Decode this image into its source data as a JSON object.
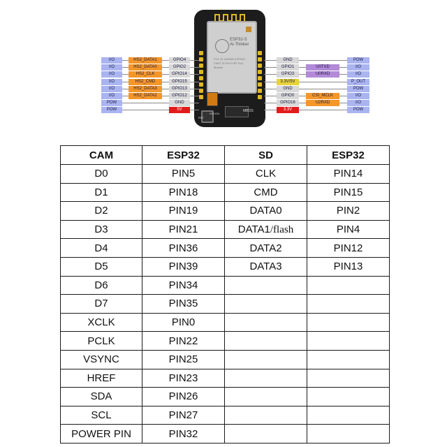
{
  "colors": {
    "io": "#aab4f0",
    "pow": "#aab4f0",
    "hs2": "#f4962a",
    "gpio": "#d8d8d8",
    "gnd": "#d8d8d8",
    "v5": "#e21b1b",
    "v33": "#e8d23a",
    "u0": "#b28ad8",
    "csi": "#f4962a",
    "board": "#1c1c1c"
  },
  "diagram": {
    "module_text": [
      "ESP32-S",
      "Ai-Thinker"
    ],
    "module_small": "FCC ID 2AHMR-ESP32S  CMIIT ID  Wi-Fi+BT SoC Module",
    "rst_label": "RST",
    "bottom_label": "MBOS",
    "bottom_small": "IO0 IO4",
    "left_pins": [
      {
        "io": "I/O",
        "func": "HS2_DATA1",
        "gpio": "GPIO4"
      },
      {
        "io": "I/O",
        "func": "HS2_DATA0",
        "gpio": "GPIO2"
      },
      {
        "io": "I/O",
        "func": "HS2_CLK",
        "gpio": "GPIO14"
      },
      {
        "io": "I/O",
        "func": "HS2_CMD",
        "gpio": "GPIO15"
      },
      {
        "io": "I/O",
        "func": "HS2_DATA3",
        "gpio": "GPIO13"
      },
      {
        "io": "I/O",
        "func": "HS2_DATA2",
        "gpio": "GPIO12"
      },
      {
        "io": "POW",
        "func": "",
        "gpio": "GND"
      },
      {
        "io": "POW",
        "func": "",
        "gpio": "5V"
      }
    ],
    "right_pins": [
      {
        "gpio": "GND",
        "func": "",
        "io": "POW"
      },
      {
        "gpio": "GPIO1",
        "func": "U0TXD",
        "io": "I/O"
      },
      {
        "gpio": "GPIO3",
        "func": "U0RXD",
        "io": "I/O"
      },
      {
        "gpio": "3.3V/5V",
        "func": "",
        "io": "P_OUT"
      },
      {
        "gpio": "GND",
        "func": "",
        "io": "POW"
      },
      {
        "gpio": "GPIO0",
        "func": "CSI_MCLK",
        "io": "I/O"
      },
      {
        "gpio": "GPIO16",
        "func": "U2RXD",
        "io": "I/O"
      },
      {
        "gpio": "3.3V",
        "func": "",
        "io": "POW"
      }
    ]
  },
  "table": {
    "headers": [
      "CAM",
      "ESP32",
      "SD",
      "ESP32"
    ],
    "rows": [
      [
        "D0",
        "PIN5",
        "CLK",
        "PIN14"
      ],
      [
        "D1",
        "PIN18",
        "CMD",
        "PIN15"
      ],
      [
        "D2",
        "PIN19",
        "DATA0",
        "PIN2"
      ],
      [
        "D3",
        "PIN21",
        "DATA1/flash",
        "PIN4"
      ],
      [
        "D4",
        "PIN36",
        "DATA2",
        "PIN12"
      ],
      [
        "D5",
        "PIN39",
        "DATA3",
        "PIN13"
      ],
      [
        "D6",
        "PIN34",
        "",
        ""
      ],
      [
        "D7",
        "PIN35",
        "",
        ""
      ],
      [
        "XCLK",
        "PIN0",
        "",
        ""
      ],
      [
        "PCLK",
        "PIN22",
        "",
        ""
      ],
      [
        "VSYNC",
        "PIN25",
        "",
        ""
      ],
      [
        "HREF",
        "PIN23",
        "",
        ""
      ],
      [
        "SDA",
        "PIN26",
        "",
        ""
      ],
      [
        "SCL",
        "PIN27",
        "",
        ""
      ],
      [
        "POWER PIN",
        "PIN32",
        "",
        ""
      ]
    ]
  }
}
